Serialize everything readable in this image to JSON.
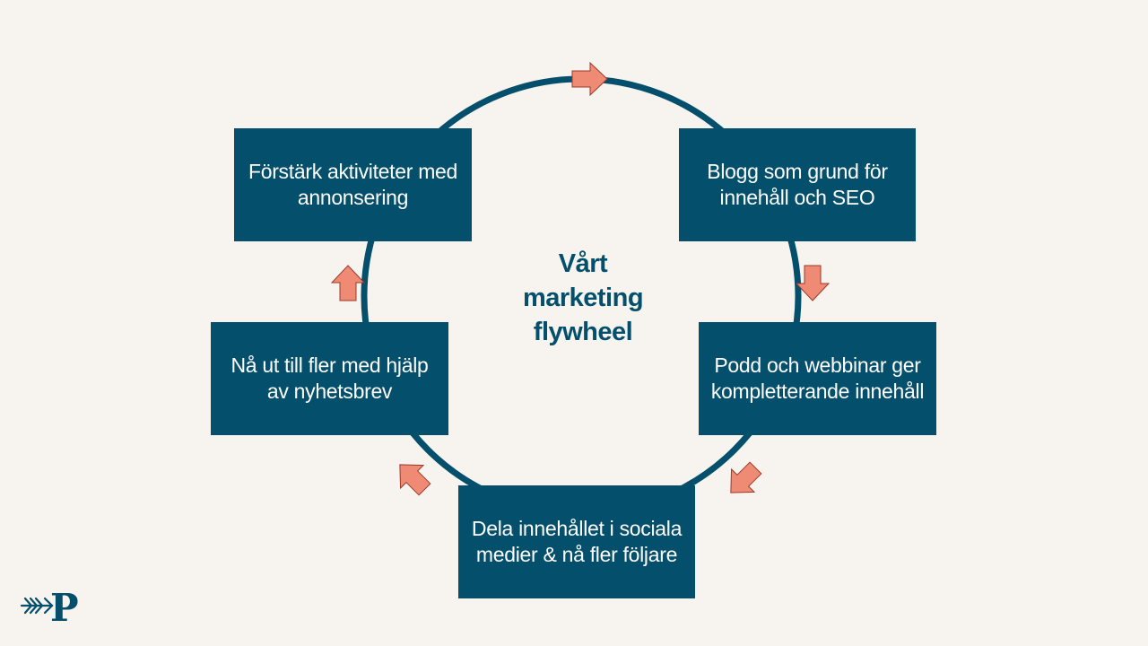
{
  "diagram": {
    "title_lines": [
      "Vårt",
      "marketing",
      "flywheel"
    ],
    "steps": [
      {
        "lines": [
          "Blogg som grund för",
          "innehåll och SEO"
        ]
      },
      {
        "lines": [
          "Podd och webbinar ger",
          "kompletterande innehåll"
        ]
      },
      {
        "lines": [
          "Dela innehållet i sociala",
          "medier & nå fler följare"
        ]
      },
      {
        "lines": [
          "Nå ut till fler med hjälp",
          "av nyhetsbrev"
        ]
      },
      {
        "lines": [
          "Förstärk aktiviteter med",
          "annonsering"
        ]
      }
    ]
  },
  "colors": {
    "background": "#f7f3ee",
    "box": "#034f6c",
    "ring": "#034f6c",
    "arrow_fill": "#ef8a74",
    "arrow_stroke": "#9b3a2a"
  },
  "logo": {
    "letter": "P",
    "icon": "arrow-feather-icon"
  }
}
